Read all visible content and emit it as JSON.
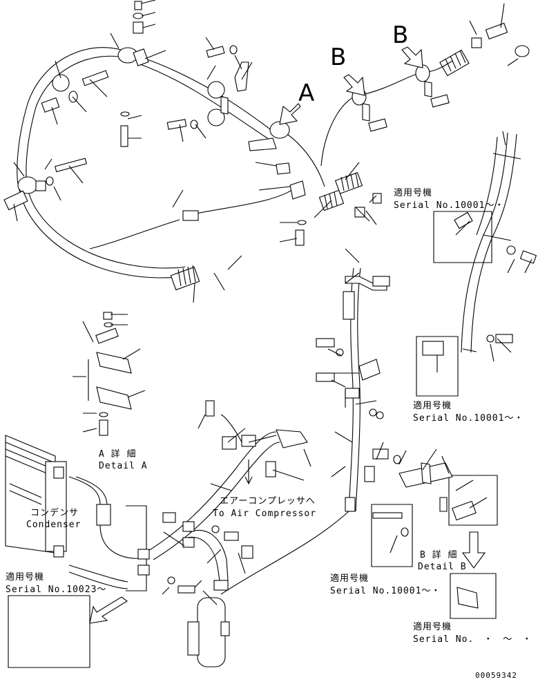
{
  "view_labels": {
    "a": "A",
    "b1": "B",
    "b2": "B"
  },
  "serial_notes": [
    {
      "jp": "適用号機",
      "en": "Serial No.10001～・"
    },
    {
      "jp": "適用号機",
      "en": "Serial No.10001～・"
    },
    {
      "jp": "適用号機",
      "en": "Serial No.10001～・"
    },
    {
      "jp": "適用号機",
      "en": "Serial No.10023～"
    },
    {
      "jp": "適用号機",
      "en": "Serial No.　・　～　・"
    }
  ],
  "details": {
    "a": {
      "jp": "A 詳 細",
      "en": "Detail A"
    },
    "b": {
      "jp": "B 詳 細",
      "en": "Detail B"
    }
  },
  "condenser": {
    "jp": "コンデンサ",
    "en": "Condenser"
  },
  "compressor": {
    "jp": "エアーコンプレッサへ",
    "en": "To Air Compressor"
  },
  "drawing_number": "00059342",
  "icons": [
    "view-arrow-icon",
    "hollow-arrow-icon"
  ]
}
